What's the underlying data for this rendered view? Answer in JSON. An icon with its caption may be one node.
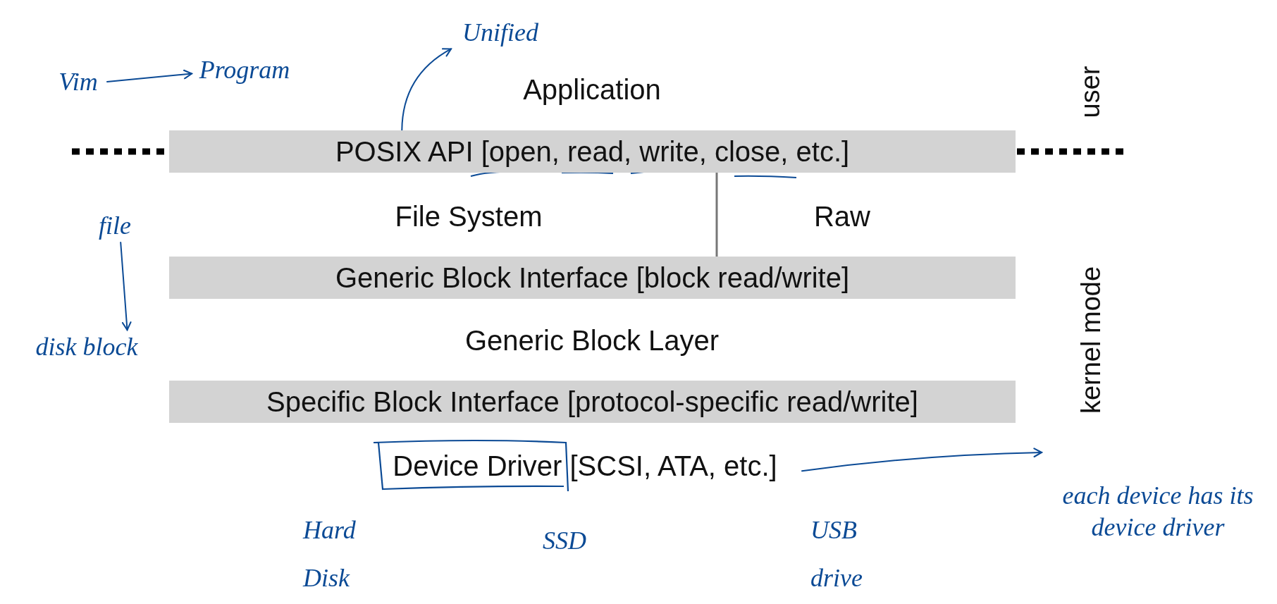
{
  "diagram": {
    "nodes": [
      {
        "text": [
          "Application"
        ]
      },
      {
        "text": [
          "POSIX API [open, read, write, close, etc.]"
        ]
      },
      {
        "text": [
          "File System"
        ]
      },
      {
        "text": [
          "Raw"
        ]
      },
      {
        "text": [
          "Generic Block Interface [block read/write]"
        ]
      },
      {
        "text": [
          "Generic Block Layer"
        ]
      },
      {
        "text": [
          "Specific Block Interface [protocol-specific read/write]"
        ]
      },
      {
        "text": [
          "Device Driver [SCSI, ATA, etc.]"
        ]
      },
      {
        "text": [
          "Vim"
        ]
      },
      {
        "text": [
          "Program"
        ]
      },
      {
        "text": [
          "Unified"
        ]
      },
      {
        "text": [
          "file"
        ]
      },
      {
        "text": [
          "disk block"
        ]
      },
      {
        "text": [
          "each device has its device driver"
        ]
      }
    ],
    "edges": [
      {
        "from": 8,
        "to": 9,
        "arrow": "to"
      },
      {
        "from": 1,
        "to": 10,
        "arrow": "to"
      },
      {
        "from": 11,
        "to": 12,
        "arrow": "to"
      },
      {
        "from": 7,
        "to": 13,
        "arrow": "to"
      }
    ],
    "labels": [
      "user",
      "kernel mode",
      "Hard Disk",
      "SSD",
      "USB drive"
    ]
  }
}
